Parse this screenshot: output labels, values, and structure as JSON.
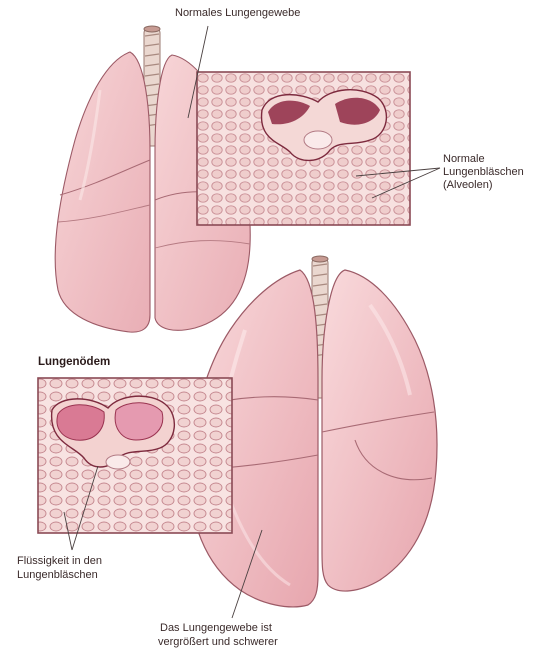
{
  "labels": {
    "normal_tissue": "Normales Lungengewebe",
    "normal_alveoli_line1": "Normale",
    "normal_alveoli_line2": "Lungenbläschen",
    "normal_alveoli_line3": "(Alveolen)",
    "edema_title": "Lungenödem",
    "fluid_line1": "Flüssigkeit in den",
    "fluid_line2": "Lungenbläschen",
    "enlarged_line1": "Das Lungengewebe ist",
    "enlarged_line2": "vergrößert und schwerer"
  },
  "colors": {
    "lung_fill": "#f2c4c8",
    "lung_shade": "#e4a3ab",
    "lung_outline": "#9c5a66",
    "tissue_bg": "#f6dcdc",
    "tissue_cell": "#ecc2c4",
    "alveolus_dark": "#8e2a44",
    "fluid": "#e79aae",
    "trachea": "#e6cfc6",
    "leader_line": "#4a4040"
  }
}
